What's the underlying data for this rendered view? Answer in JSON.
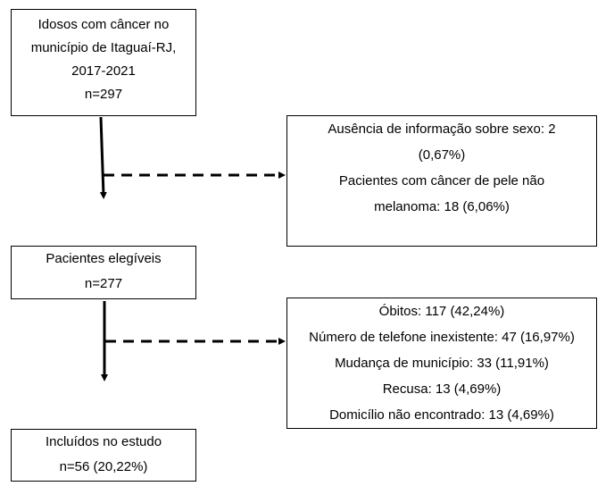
{
  "flowchart": {
    "start_box": {
      "lines": [
        "Idosos com câncer no",
        "município de Itaguaí-RJ,",
        "2017-2021",
        "n=297"
      ]
    },
    "exclusion_box_1": {
      "lines": [
        "Ausência de informação sobre sexo: 2",
        "(0,67%)",
        "Pacientes com câncer de pele não",
        "melanoma: 18 (6,06%)"
      ]
    },
    "eligible_box": {
      "lines": [
        "Pacientes elegíveis",
        "n=277"
      ]
    },
    "exclusion_box_2": {
      "lines": [
        "Óbitos: 117 (42,24%)",
        "Número de telefone inexistente: 47 (16,97%)",
        "Mudança de município: 33 (11,91%)",
        "Recusa: 13 (4,69%)",
        "Domicílio não encontrado: 13 (4,69%)"
      ]
    },
    "included_box": {
      "lines": [
        "Incluídos no estudo",
        "n=56 (20,22%)"
      ]
    }
  },
  "colors": {
    "line": "#000000",
    "background": "#ffffff"
  }
}
